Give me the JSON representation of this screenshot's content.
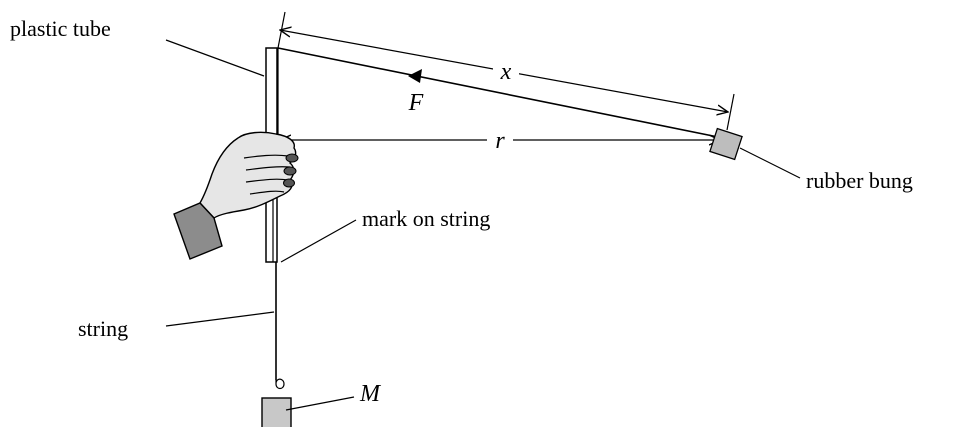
{
  "labels": {
    "plastic_tube": "plastic tube",
    "rubber_bung": "rubber bung",
    "mark_on_string": "mark on string",
    "string": "string",
    "mass": "M",
    "x": "x",
    "r": "r",
    "force": "F"
  },
  "colors": {
    "ink": "#000000",
    "hand_fill": "#e6e6e6",
    "cuff_fill": "#8c8c8c",
    "bung_fill": "#bdbdbd",
    "mass_fill": "#c8c8c8"
  }
}
